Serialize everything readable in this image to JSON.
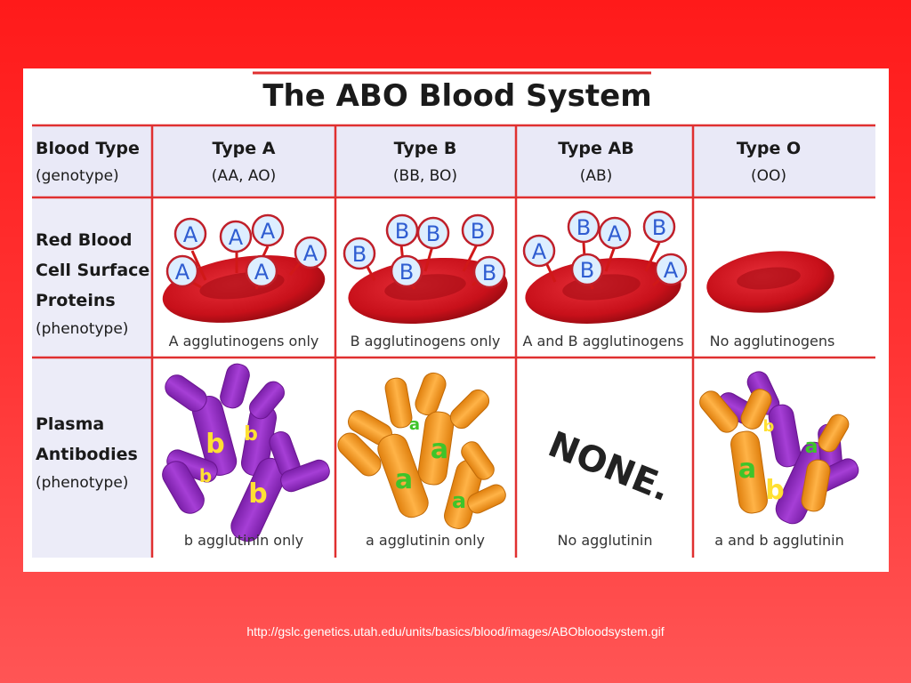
{
  "figure": {
    "title": "The ABO Blood System",
    "colors": {
      "grid_line": "#e03030",
      "header_band": "#e6e6f7",
      "cell_body": "#c8101a",
      "antigen_fill": "#ddeeff",
      "anti_b_color": "#9a2bc9",
      "anti_a_color": "#f39a1c",
      "letter_b_color": "#ffe033",
      "letter_a_color": "#3ec42a"
    },
    "row_headers": {
      "blood_type": {
        "title": "Blood Type",
        "sub": "(genotype)"
      },
      "proteins": {
        "line1": "Red Blood",
        "line2": "Cell Surface",
        "line3": "Proteins",
        "sub": "(phenotype)"
      },
      "antibodies": {
        "line1": "Plasma",
        "line2": "Antibodies",
        "sub": "(phenotype)"
      }
    },
    "columns": [
      {
        "type": "Type A",
        "genotype": "(AA, AO)",
        "antigen_caption": "A agglutinogens only",
        "antibody_caption": "b agglutinin only"
      },
      {
        "type": "Type B",
        "genotype": "(BB, BO)",
        "antigen_caption": "B agglutinogens only",
        "antibody_caption": "a agglutinin only"
      },
      {
        "type": "Type AB",
        "genotype": "(AB)",
        "antigen_caption": "A and B agglutinogens",
        "antibody_caption": "No agglutinin"
      },
      {
        "type": "Type O",
        "genotype": "(OO)",
        "antigen_caption": "No agglutinogens",
        "antibody_caption": "a and b agglutinin"
      }
    ],
    "none_label": "NONE.",
    "antigen_letters": {
      "type_a": [
        "A",
        "A",
        "A",
        "A",
        "A",
        "A"
      ],
      "type_b": [
        "B",
        "B",
        "B",
        "B",
        "B",
        "B"
      ],
      "type_ab": [
        "A",
        "B",
        "A",
        "B",
        "B",
        "A"
      ]
    },
    "antibody_letters": {
      "type_a": [
        "b",
        "b",
        "b",
        "b"
      ],
      "type_b": [
        "a",
        "a",
        "a",
        "a"
      ],
      "type_o": [
        "a",
        "b",
        "b",
        "a"
      ]
    }
  },
  "source_url": "http://gslc.genetics.utah.edu/units/basics/blood/images/ABObloodsystem.gif"
}
